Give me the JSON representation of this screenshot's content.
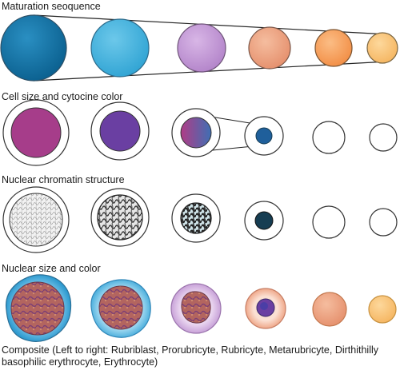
{
  "rows": [
    {
      "id": "maturation",
      "label": "Maturation seoquence"
    },
    {
      "id": "cytoplasm",
      "label": "Cell size and cytocine color"
    },
    {
      "id": "chromatin",
      "label": "Nuclear chromatin structure"
    },
    {
      "id": "nucleus",
      "label": "Nuclear size and color"
    }
  ],
  "caption": {
    "line1": "Composite (Left to right: Rubriblast, Prorubricyte, Rubricyte, Metarubricyte, Dirthithilly",
    "line2": "basophilic erythrocyte, Erythrocyte)"
  },
  "colors": {
    "stage_fills": [
      "#0f74a8",
      "#43b5df",
      "#c39ad6",
      "#eda382",
      "#f7a25d",
      "#f9c57a"
    ],
    "cytoplasm_nucleus_purple": "#a63d8a",
    "cytoplasm_nucleus_violet": "#6a3fa2",
    "metarubricyte_nucleus": "#1f5f9b",
    "pyknotic_nucleus": "#163d52",
    "outline": "#333333"
  }
}
